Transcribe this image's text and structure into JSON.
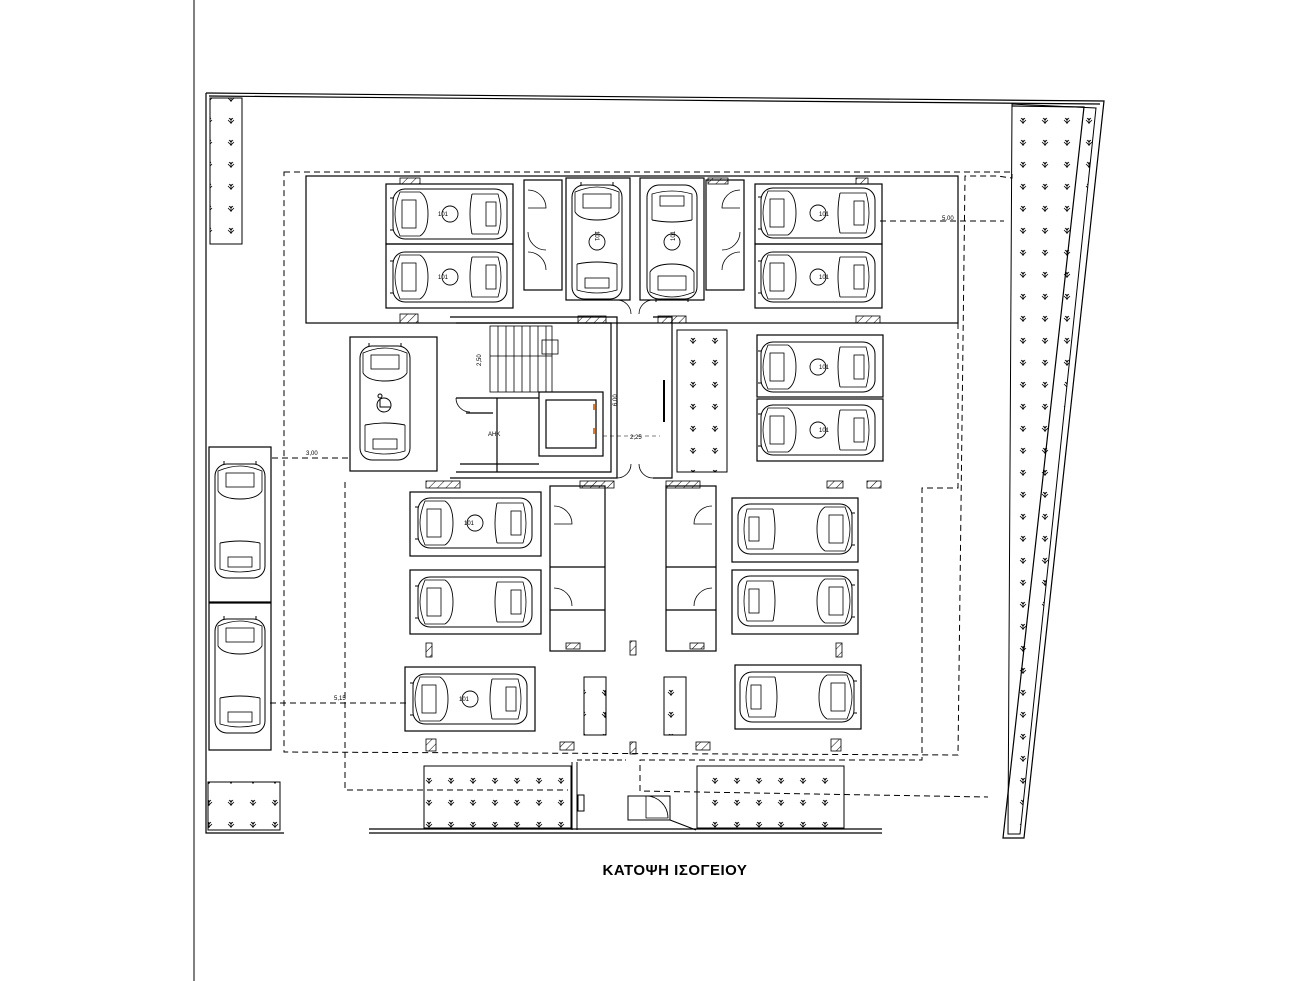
{
  "title": "ΚΑΤΟΨΗ ΙΣΟΓΕΙΟΥ",
  "labels": {
    "storage": "ΑΗΚ",
    "dim_setback_top": "5,00",
    "dim_setback_left": "3,00",
    "dim_setback_bottom": "5,15",
    "dim_stair": "2,50",
    "dim_core": "6,00",
    "dim_corridor": "2,25",
    "unit_tag": "101"
  },
  "colors": {
    "line": "#000000",
    "background": "#ffffff",
    "accent": "#e0782a"
  }
}
